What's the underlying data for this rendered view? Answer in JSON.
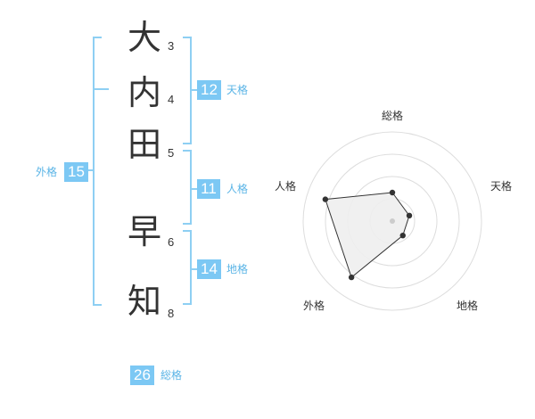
{
  "name": {
    "chars": [
      {
        "char": "大",
        "strokes": "3"
      },
      {
        "char": "内",
        "strokes": "4"
      },
      {
        "char": "田",
        "strokes": "5"
      },
      {
        "char": "早",
        "strokes": "6"
      },
      {
        "char": "知",
        "strokes": "8"
      }
    ]
  },
  "scores": {
    "tenkaku": {
      "value": "12",
      "label": "天格"
    },
    "jinkaku": {
      "value": "11",
      "label": "人格"
    },
    "chikaku": {
      "value": "14",
      "label": "地格"
    },
    "gaikaku": {
      "value": "15",
      "label": "外格"
    },
    "soukaku": {
      "value": "26",
      "label": "総格"
    }
  },
  "chart_data": {
    "type": "radar",
    "axes": [
      "総格",
      "天格",
      "地格",
      "外格",
      "人格"
    ],
    "rings": 4,
    "values": [
      0.32,
      0.2,
      0.2,
      0.78,
      0.79
    ],
    "fill": "#eeeeee",
    "accent": "#7cc8f4"
  }
}
